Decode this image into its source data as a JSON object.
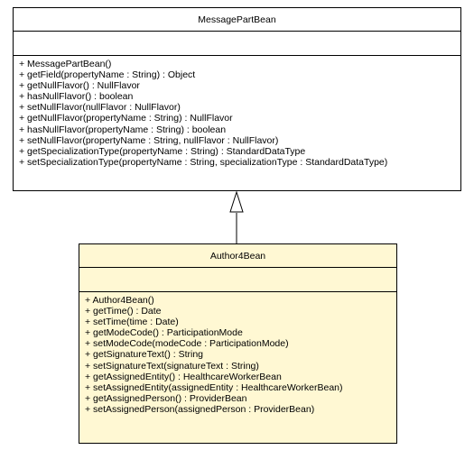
{
  "parent_class": {
    "name": "MessagePartBean",
    "operations": [
      "+ MessagePartBean()",
      "+ getField(propertyName : String) : Object",
      "+ getNullFlavor() : NullFlavor",
      "+ hasNullFlavor() : boolean",
      "+ setNullFlavor(nullFlavor : NullFlavor)",
      "+ getNullFlavor(propertyName : String) : NullFlavor",
      "+ hasNullFlavor(propertyName : String) : boolean",
      "+ setNullFlavor(propertyName : String, nullFlavor : NullFlavor)",
      "+ getSpecializationType(propertyName : String) : StandardDataType",
      "+ setSpecializationType(propertyName : String, specializationType : StandardDataType)"
    ]
  },
  "child_class": {
    "name": "Author4Bean",
    "operations": [
      "+ Author4Bean()",
      "+ getTime() : Date",
      "+ setTime(time : Date)",
      "+ getModeCode() : ParticipationMode",
      "+ setModeCode(modeCode : ParticipationMode)",
      "+ getSignatureText() : String",
      "+ setSignatureText(signatureText : String)",
      "+ getAssignedEntity() : HealthcareWorkerBean",
      "+ setAssignedEntity(assignedEntity : HealthcareWorkerBean)",
      "+ getAssignedPerson() : ProviderBean",
      "+ setAssignedPerson(assignedPerson : ProviderBean)"
    ]
  },
  "colors": {
    "parent_fill": "#ffffff",
    "child_fill": "#fff8d3",
    "stroke": "#000000"
  }
}
